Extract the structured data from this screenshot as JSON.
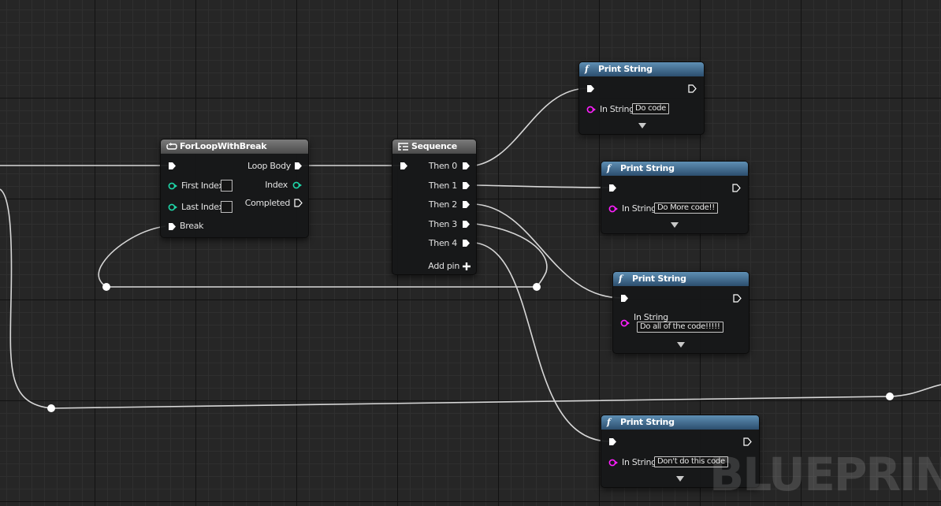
{
  "watermark": "BLUEPRINT",
  "colors": {
    "background": "#262626",
    "function_header": "#3f6f95",
    "macro_header": "#5e5e5e",
    "integer_pin": "#1fd7a9",
    "string_pin": "#ff1fff",
    "wire": "#d7d7d7"
  },
  "for_loop": {
    "title": "ForLoopWithBreak",
    "icon": "loop-icon",
    "inputs": {
      "first_index": "First Index",
      "last_index": "Last Index",
      "break": "Break"
    },
    "outputs": {
      "loop_body": "Loop Body",
      "index": "Index",
      "completed": "Completed"
    }
  },
  "sequence": {
    "title": "Sequence",
    "icon": "sequence-icon",
    "outputs": [
      "Then 0",
      "Then 1",
      "Then 2",
      "Then 3",
      "Then 4"
    ],
    "add_pin": "Add pin",
    "add_pin_icon": "plus-icon"
  },
  "print_nodes": [
    {
      "title": "Print String",
      "in_string_label": "In String",
      "value": "Do code"
    },
    {
      "title": "Print String",
      "in_string_label": "In String",
      "value": "Do More code!!"
    },
    {
      "title": "Print String",
      "in_string_label": "In String",
      "value": "Do all of the code!!!!!"
    },
    {
      "title": "Print String",
      "in_string_label": "In String",
      "value": "Don't do this code"
    }
  ],
  "function_icon": "f"
}
